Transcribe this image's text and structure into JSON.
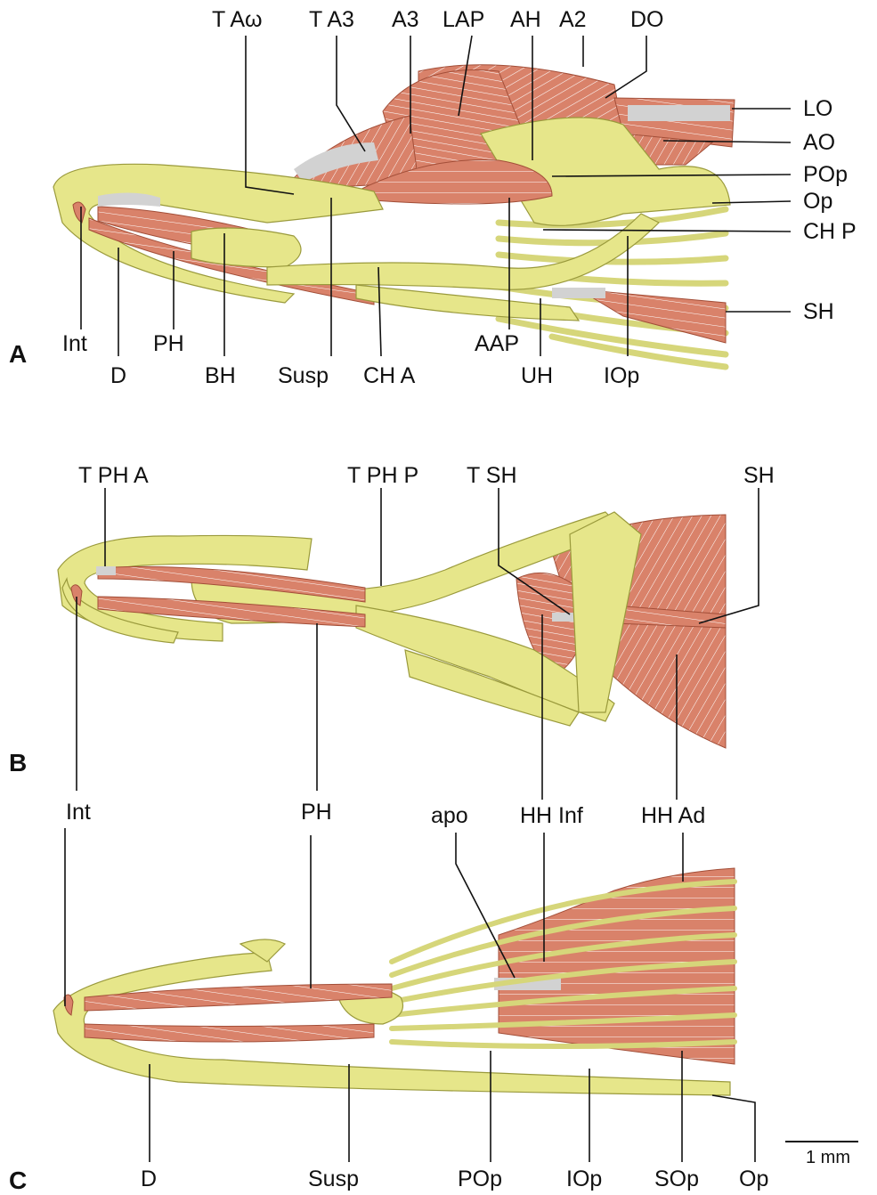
{
  "colors": {
    "bone": "#e6e68a",
    "bone_dark": "#9a9a3c",
    "muscle": "#d9826a",
    "muscle_dark": "#a24e38",
    "fiber": "#ffffff",
    "tendon": "#d2d2d2",
    "leader": "#111111"
  },
  "panels": [
    {
      "id": "A",
      "letter": "A",
      "labels": [
        "T Aω",
        "T A3",
        "A3",
        "LAP",
        "AH",
        "A2",
        "DO",
        "LO",
        "AO",
        "POp",
        "Op",
        "CH P",
        "SH",
        "Int",
        "PH",
        "D",
        "BH",
        "Susp",
        "CH A",
        "AAP",
        "UH",
        "IOp"
      ]
    },
    {
      "id": "B",
      "letter": "B",
      "labels": [
        "T PH A",
        "T PH P",
        "T SH",
        "SH",
        "Int",
        "PH",
        "HH Inf",
        "HH Ad"
      ]
    },
    {
      "id": "C",
      "letter": "C",
      "labels": [
        "apo",
        "D",
        "Susp",
        "POp",
        "IOp",
        "SOp",
        "Op"
      ]
    }
  ],
  "scale_bar": {
    "label": "1 mm"
  }
}
